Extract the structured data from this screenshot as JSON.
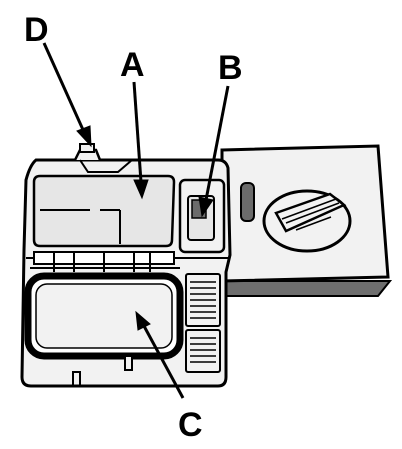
{
  "labels": {
    "a": "A",
    "b": "B",
    "c": "C",
    "d": "D"
  },
  "colors": {
    "outline": "#000000",
    "body_fill": "#f2f2f2",
    "interior_fill": "#e6e6e6",
    "shadow": "#6e6e6e",
    "dark_gray": "#6b6b6b",
    "white": "#ffffff"
  }
}
